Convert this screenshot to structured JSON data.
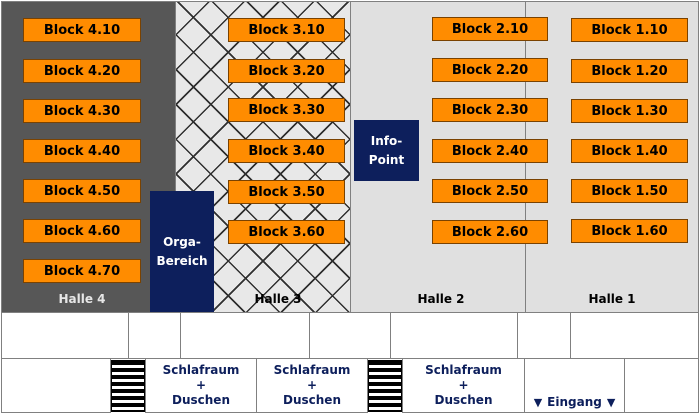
{
  "halls": [
    {
      "id": "halle-4",
      "label": "Halle 4",
      "label_color": "#e6e6e6",
      "blocks": [
        "Block 4.10",
        "Block 4.20",
        "Block 4.30",
        "Block 4.40",
        "Block 4.50",
        "Block 4.60",
        "Block 4.70"
      ]
    },
    {
      "id": "halle-3",
      "label": "Halle 3",
      "label_color": "#000000",
      "blocks": [
        "Block 3.10",
        "Block 3.20",
        "Block 3.30",
        "Block 3.40",
        "Block 3.50",
        "Block 3.60"
      ]
    },
    {
      "id": "halle-2",
      "label": "Halle 2",
      "label_color": "#000000",
      "blocks": [
        "Block 2.10",
        "Block 2.20",
        "Block 2.30",
        "Block 2.40",
        "Block 2.50",
        "Block 2.60"
      ]
    },
    {
      "id": "halle-1",
      "label": "Halle 1",
      "label_color": "#000000",
      "blocks": [
        "Block 1.10",
        "Block 1.20",
        "Block 1.30",
        "Block 1.40",
        "Block 1.50",
        "Block 1.60"
      ]
    }
  ],
  "orga": {
    "label": "Orga-\nBereich"
  },
  "info": {
    "label": "Info-\nPoint"
  },
  "rooms": [
    {
      "label": "Schlafraum\n+\nDuschen"
    },
    {
      "label": "Schlafraum\n+\nDuschen"
    },
    {
      "label": "Schlafraum\n+\nDuschen"
    }
  ],
  "entrance": {
    "label": "Eingang",
    "arrow_icon": "arrow-down-icon"
  },
  "colors": {
    "block": "#ff8c00",
    "navy": "#0d1f5c",
    "hall_dark": "#575757",
    "hall_light": "#e0e0e0"
  }
}
